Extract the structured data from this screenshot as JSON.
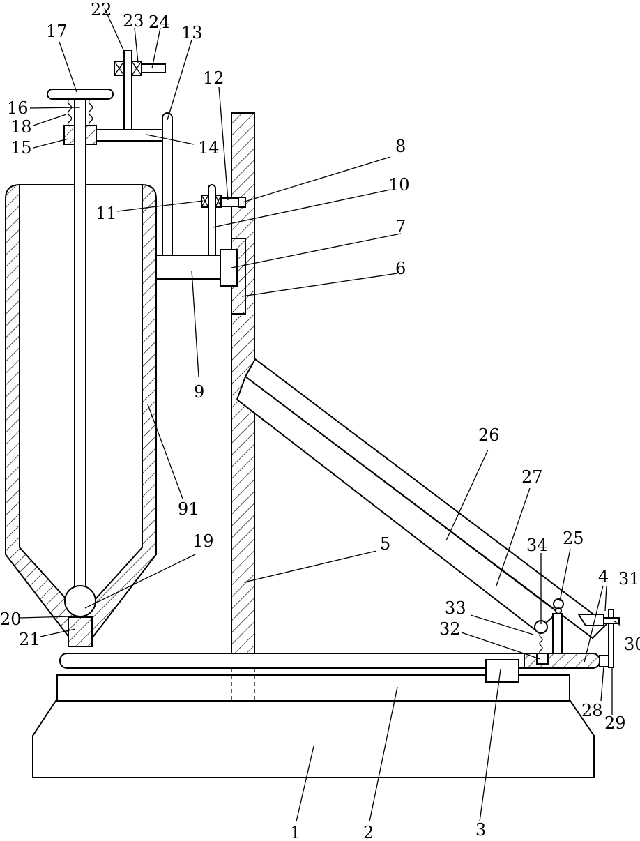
{
  "labels": {
    "l1": "1",
    "l2": "2",
    "l3": "3",
    "l4": "4",
    "l5": "5",
    "l6": "6",
    "l7": "7",
    "l8": "8",
    "l9": "9",
    "l10": "10",
    "l11": "11",
    "l12": "12",
    "l13": "13",
    "l14": "14",
    "l15": "15",
    "l16": "16",
    "l17": "17",
    "l18": "18",
    "l19": "19",
    "l20": "20",
    "l21": "21",
    "l22": "22",
    "l23": "23",
    "l24": "24",
    "l25": "25",
    "l26": "26",
    "l27": "27",
    "l28": "28",
    "l29": "29",
    "l30": "30",
    "l31": "31",
    "l32": "32",
    "l33": "33",
    "l34": "34",
    "l91": "91"
  }
}
